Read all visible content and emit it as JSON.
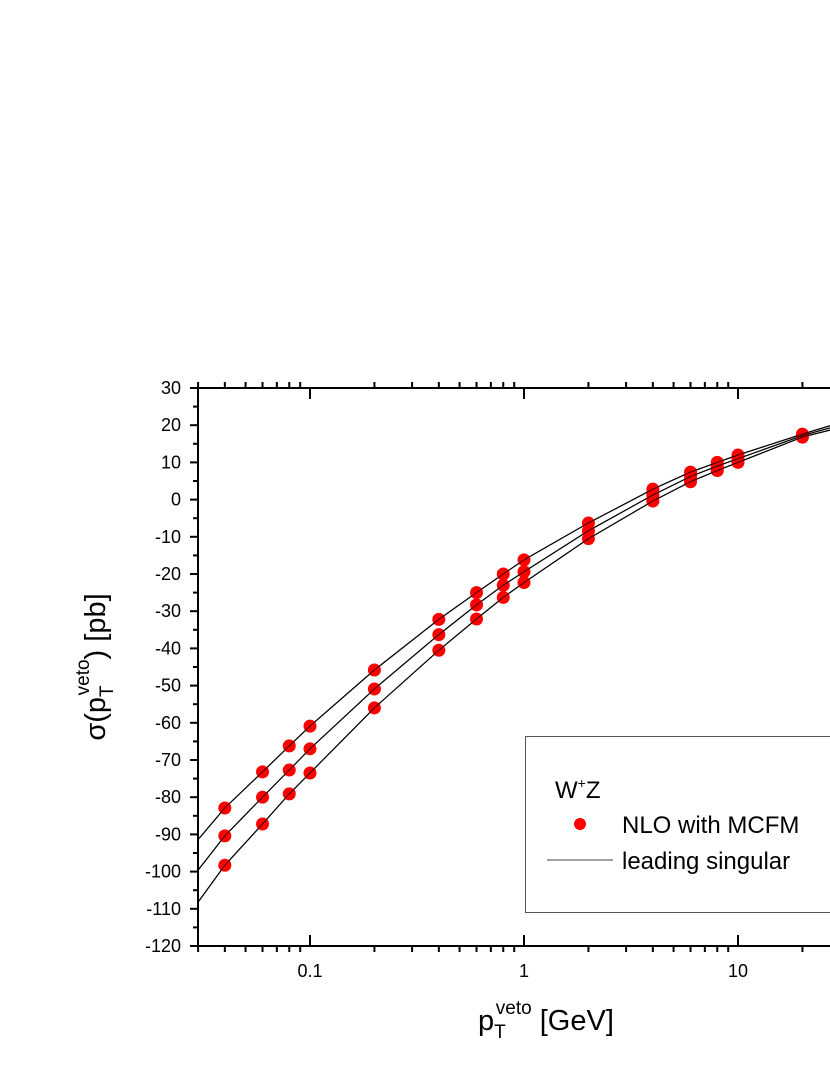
{
  "chart_data": {
    "type": "scatter",
    "title": "",
    "xlabel": {
      "main": "p",
      "sub": "T",
      "sup": "veto",
      "unit": " [GeV]"
    },
    "ylabel": {
      "main": "σ(p",
      "sub": "T",
      "sup": "veto",
      "unit": ") [pb]"
    },
    "xscale": "log",
    "xlim": [
      0.03,
      27
    ],
    "ylim": [
      -120,
      30
    ],
    "x_tick_labels": [
      "0.1",
      "1",
      "10"
    ],
    "y_tick_labels": [
      "30",
      "20",
      "10",
      "0",
      "-10",
      "-20",
      "-30",
      "-40",
      "-50",
      "-60",
      "-70",
      "-80",
      "-90",
      "-100",
      "-110",
      "-120"
    ],
    "grid": false,
    "legend": {
      "placement": "bottom-right",
      "title_main": "W",
      "title_sup": "+",
      "title_rest": "Z",
      "entries": [
        {
          "label": "NLO with MCFM",
          "marker": "circle",
          "color": "#ff0000"
        },
        {
          "label": "leading singular",
          "marker": "line",
          "color": "#000000"
        }
      ]
    },
    "x": [
      0.04,
      0.06,
      0.08,
      0.1,
      0.2,
      0.4,
      0.6,
      0.8,
      1,
      2,
      4,
      6,
      8,
      10,
      20
    ],
    "series": [
      {
        "values": [
          -82.9,
          -73.2,
          -66.2,
          -60.9,
          -45.8,
          -32.2,
          -25.0,
          -20.0,
          -16.2,
          -6.3,
          2.8,
          7.4,
          10.0,
          12.0,
          17.6
        ],
        "color": "#ff0000"
      },
      {
        "values": [
          -90.4,
          -80.0,
          -72.7,
          -67.0,
          -50.9,
          -36.3,
          -28.3,
          -23.0,
          -19.4,
          -8.4,
          1.2,
          6.2,
          9.0,
          11.0,
          17.2
        ],
        "color": "#ff0000"
      },
      {
        "values": [
          -98.3,
          -87.2,
          -79.1,
          -73.5,
          -56.0,
          -40.5,
          -32.1,
          -26.3,
          -22.3,
          -10.5,
          -0.4,
          4.8,
          7.8,
          10.0,
          16.8
        ],
        "color": "#ff0000"
      }
    ],
    "curves": [
      {
        "x": [
          0.03,
          0.04,
          0.06,
          0.08,
          0.1,
          0.2,
          0.4,
          0.6,
          0.8,
          1,
          2,
          4,
          6,
          8,
          10,
          20,
          27
        ],
        "y": [
          -91.4,
          -82.9,
          -73.2,
          -66.2,
          -60.9,
          -45.8,
          -32.2,
          -25.0,
          -20.0,
          -16.2,
          -6.3,
          2.8,
          7.4,
          10.0,
          12.0,
          17.6,
          19.9
        ],
        "color": "#000000"
      },
      {
        "x": [
          0.03,
          0.04,
          0.06,
          0.08,
          0.1,
          0.2,
          0.4,
          0.6,
          0.8,
          1,
          2,
          4,
          6,
          8,
          10,
          20,
          27
        ],
        "y": [
          -99.6,
          -90.4,
          -80.0,
          -72.7,
          -67.0,
          -50.9,
          -36.3,
          -28.3,
          -23.0,
          -19.4,
          -8.4,
          1.2,
          6.2,
          9.0,
          11.0,
          17.2,
          19.3
        ],
        "color": "#000000"
      },
      {
        "x": [
          0.03,
          0.04,
          0.06,
          0.08,
          0.1,
          0.2,
          0.4,
          0.6,
          0.8,
          1,
          2,
          4,
          6,
          8,
          10,
          20,
          27
        ],
        "y": [
          -108.2,
          -98.3,
          -87.2,
          -79.1,
          -73.5,
          -56.0,
          -40.5,
          -32.1,
          -26.3,
          -22.3,
          -10.5,
          -0.4,
          4.8,
          7.8,
          10.0,
          16.8,
          18.7
        ],
        "color": "#000000"
      }
    ]
  }
}
